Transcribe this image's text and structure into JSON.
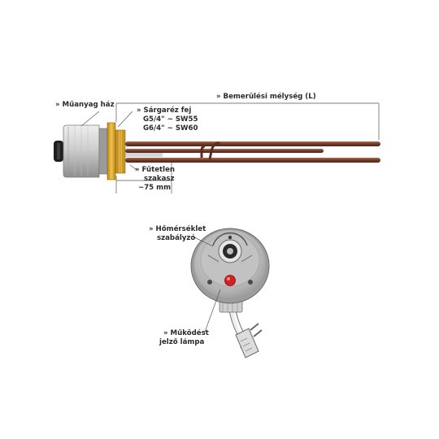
{
  "labels": {
    "housing": "» Műanyag ház",
    "depth": "» Bemerülési mélység (L)",
    "brass_head": "» Sárgaréz fej",
    "thread_1": "G5/4\" ~ SW55",
    "thread_2": "G6/4\" ~ SW60",
    "unheated_1": "» Fűtetlen",
    "unheated_2": "szakasz",
    "unheated_3": "~75 mm",
    "thermostat_1": "» Hőmérséklet",
    "thermostat_2": "szabályzó",
    "lamp_1": "» Működést",
    "lamp_2": "jelző lámpa"
  },
  "colors": {
    "element": "#6e3b2b",
    "element_light": "#9c5a44",
    "brass": "#e2ad2a",
    "housing": "#c9c9c9",
    "housing_dark": "#8c8c8c",
    "lamp": "#d42020",
    "line": "#444444"
  }
}
